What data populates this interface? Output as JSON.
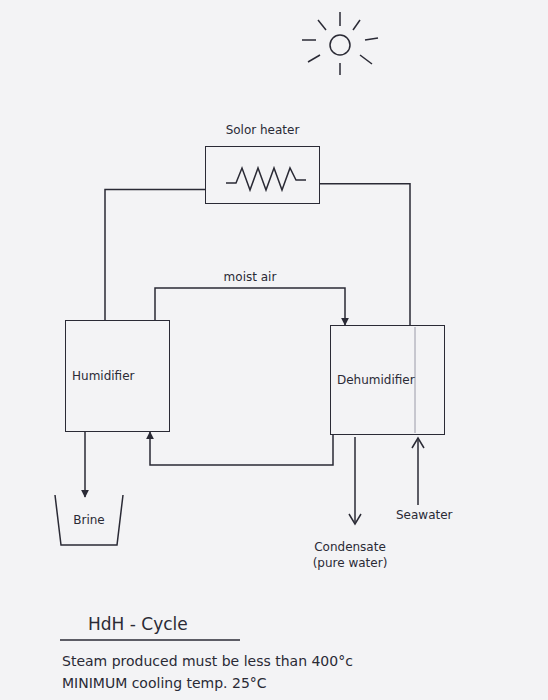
{
  "diagram": {
    "title": "HdH - Cycle",
    "nodes": [
      {
        "text": [
          "Solor heater"
        ]
      },
      {
        "text": [
          "Humidifier"
        ]
      },
      {
        "text": [
          "Dehumidifier"
        ]
      },
      {
        "text": [
          "Brine"
        ]
      }
    ],
    "edges": [
      {
        "from": 0,
        "to": 1,
        "arrow": "none"
      },
      {
        "from": 0,
        "to": 2,
        "arrow": "none"
      },
      {
        "from": 1,
        "to": 2,
        "label": "moist air",
        "arrow": "to"
      },
      {
        "from": 2,
        "to": 1,
        "arrow": "to"
      },
      {
        "from": 1,
        "to": 3,
        "arrow": "to"
      }
    ],
    "labels": [
      "Condensate (pure water)",
      "Seawater",
      "Steam produced must be less than 400°c",
      "MINIMUM cooling temp. 25°C"
    ]
  }
}
